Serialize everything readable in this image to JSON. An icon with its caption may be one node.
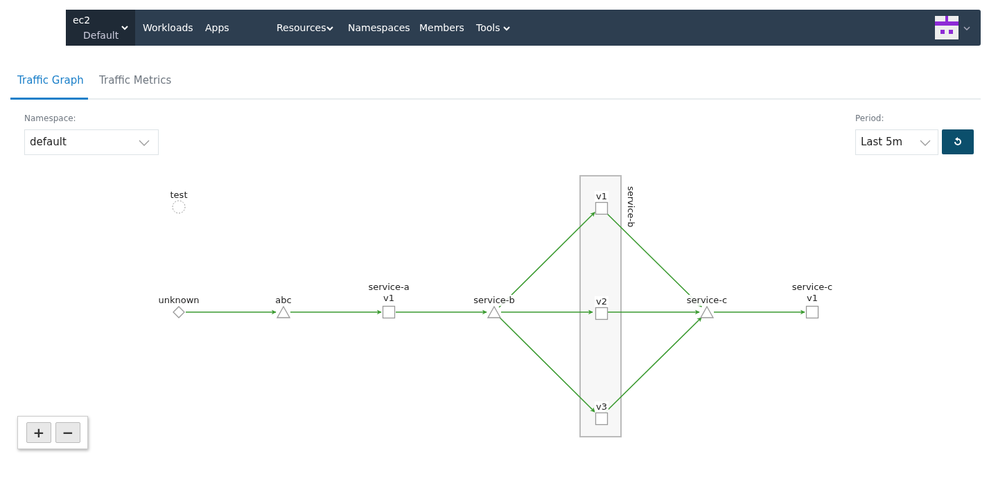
{
  "diagram": {
    "nodes": [
      {
        "text": [
          "test"
        ]
      },
      {
        "text": [
          "unknown"
        ]
      },
      {
        "text": [
          "abc"
        ]
      },
      {
        "text": [
          "service-a v1"
        ]
      },
      {
        "text": [
          "service-b"
        ]
      },
      {
        "text": [
          "service-b"
        ]
      },
      {
        "text": [
          "v1"
        ],
        "in": 5
      },
      {
        "text": [
          "v2"
        ],
        "in": 5
      },
      {
        "text": [
          "v3"
        ],
        "in": 5
      },
      {
        "text": [
          "service-c"
        ]
      },
      {
        "text": [
          "service-c v1"
        ]
      }
    ],
    "edges": [
      {
        "from": 1,
        "to": 2,
        "arrow": "to"
      },
      {
        "from": 2,
        "to": 3,
        "arrow": "to"
      },
      {
        "from": 3,
        "to": 4,
        "arrow": "to"
      },
      {
        "from": 4,
        "to": 6,
        "arrow": "to"
      },
      {
        "from": 4,
        "to": 7,
        "arrow": "to"
      },
      {
        "from": 4,
        "to": 8,
        "arrow": "to"
      },
      {
        "from": 6,
        "to": 9,
        "arrow": "to"
      },
      {
        "from": 7,
        "to": 9,
        "arrow": "to"
      },
      {
        "from": 8,
        "to": 9,
        "arrow": "to"
      },
      {
        "from": 9,
        "to": 10,
        "arrow": "to"
      }
    ],
    "labels": [
      "ec2",
      "Default",
      "Workloads",
      "Apps",
      "Resources",
      "Namespaces",
      "Members",
      "Tools",
      "Traffic Graph",
      "Traffic Metrics",
      "Namespace:",
      "default",
      "Period:",
      "Last 5m",
      "+",
      "−"
    ]
  }
}
